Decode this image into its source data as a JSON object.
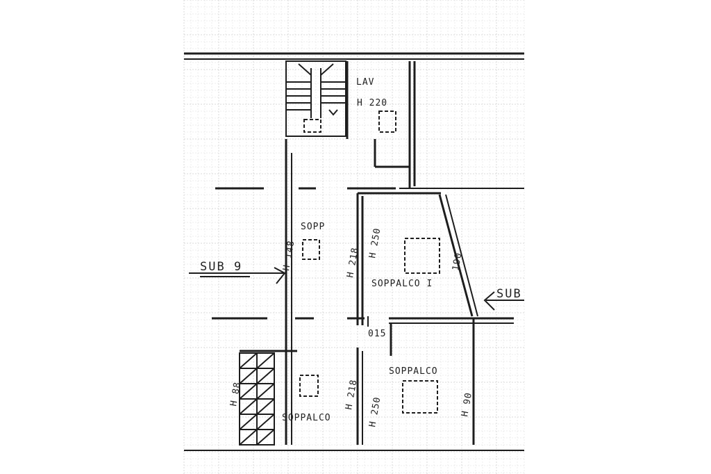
{
  "labels": {
    "lav": "LAV",
    "lav_height": "H 220",
    "sopp": "SOPP",
    "h_148": "H 148",
    "h_218_upper": "H 218",
    "h_250_upper": "H 250",
    "h_190": "190",
    "soppalco_1": "SOPPALCO I",
    "sub_9": "SUB 9",
    "sub_right": "SUB",
    "h_015": "015",
    "soppalco_right": "SOPPALCO",
    "soppalco_left": "SOPPALCO",
    "h_88": "H 88",
    "h_218_lower": "H 218",
    "h_250_lower": "H 250",
    "h_90": "H 90"
  },
  "colors": {
    "ink": "#1d1d1d",
    "grid": "#d9d9d9",
    "paper": "#ffffff"
  }
}
